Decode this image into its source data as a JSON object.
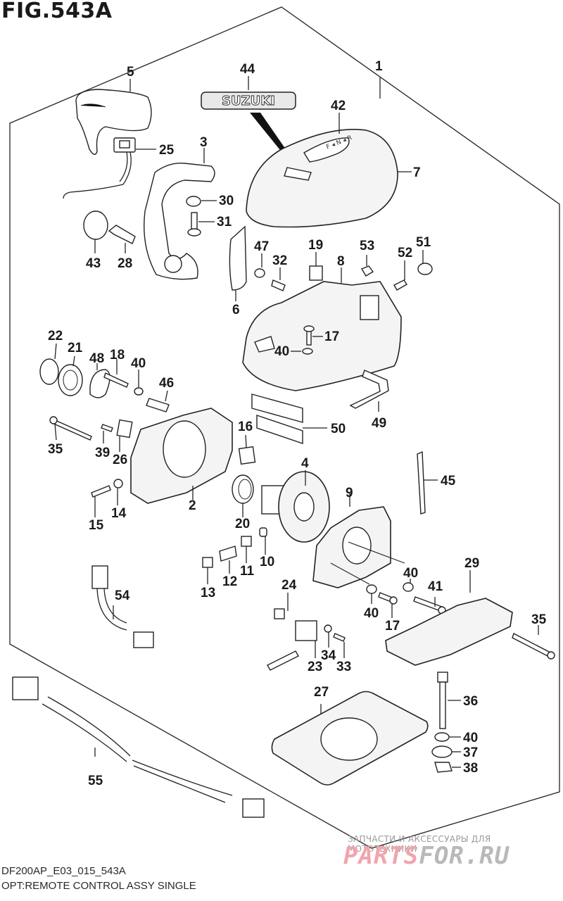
{
  "figure": {
    "title": "FIG.543A",
    "code": "DF200AP_E03_015_543A",
    "description": "OPT:REMOTE CONTROL ASSY SINGLE"
  },
  "watermark": {
    "tagline": "ЗАПЧАСТИ И АКСЕССУАРЫ ДЛЯ МОТОТЕХНИКИ",
    "logo_part1": "PARTS",
    "logo_part2": "FOR.RU",
    "colors": {
      "primary": "#f2a4ad",
      "secondary": "#b9b9b9"
    }
  },
  "emblem": {
    "text": "SUZUKI"
  },
  "shift_indicator": {
    "text": "F ◂ N ◂ R"
  },
  "callouts": [
    {
      "id": "c1",
      "label": "1"
    },
    {
      "id": "c2",
      "label": "2"
    },
    {
      "id": "c3",
      "label": "3"
    },
    {
      "id": "c4",
      "label": "4"
    },
    {
      "id": "c5",
      "label": "5"
    },
    {
      "id": "c6",
      "label": "6"
    },
    {
      "id": "c7",
      "label": "7"
    },
    {
      "id": "c8",
      "label": "8"
    },
    {
      "id": "c9",
      "label": "9"
    },
    {
      "id": "c10",
      "label": "10"
    },
    {
      "id": "c11",
      "label": "11"
    },
    {
      "id": "c12",
      "label": "12"
    },
    {
      "id": "c13",
      "label": "13"
    },
    {
      "id": "c14",
      "label": "14"
    },
    {
      "id": "c15",
      "label": "15"
    },
    {
      "id": "c16",
      "label": "16"
    },
    {
      "id": "c17a",
      "label": "17"
    },
    {
      "id": "c17b",
      "label": "17"
    },
    {
      "id": "c18",
      "label": "18"
    },
    {
      "id": "c19",
      "label": "19"
    },
    {
      "id": "c20",
      "label": "20"
    },
    {
      "id": "c21",
      "label": "21"
    },
    {
      "id": "c22",
      "label": "22"
    },
    {
      "id": "c23",
      "label": "23"
    },
    {
      "id": "c24",
      "label": "24"
    },
    {
      "id": "c25",
      "label": "25"
    },
    {
      "id": "c26",
      "label": "26"
    },
    {
      "id": "c27",
      "label": "27"
    },
    {
      "id": "c28",
      "label": "28"
    },
    {
      "id": "c29",
      "label": "29"
    },
    {
      "id": "c30",
      "label": "30"
    },
    {
      "id": "c31",
      "label": "31"
    },
    {
      "id": "c32",
      "label": "32"
    },
    {
      "id": "c33",
      "label": "33"
    },
    {
      "id": "c34",
      "label": "34"
    },
    {
      "id": "c35a",
      "label": "35"
    },
    {
      "id": "c35b",
      "label": "35"
    },
    {
      "id": "c36",
      "label": "36"
    },
    {
      "id": "c37",
      "label": "37"
    },
    {
      "id": "c38",
      "label": "38"
    },
    {
      "id": "c39",
      "label": "39"
    },
    {
      "id": "c40a",
      "label": "40"
    },
    {
      "id": "c40b",
      "label": "40"
    },
    {
      "id": "c40c",
      "label": "40"
    },
    {
      "id": "c40d",
      "label": "40"
    },
    {
      "id": "c40e",
      "label": "40"
    },
    {
      "id": "c41",
      "label": "41"
    },
    {
      "id": "c42",
      "label": "42"
    },
    {
      "id": "c43",
      "label": "43"
    },
    {
      "id": "c44",
      "label": "44"
    },
    {
      "id": "c45",
      "label": "45"
    },
    {
      "id": "c46",
      "label": "46"
    },
    {
      "id": "c47",
      "label": "47"
    },
    {
      "id": "c48",
      "label": "48"
    },
    {
      "id": "c49",
      "label": "49"
    },
    {
      "id": "c50",
      "label": "50"
    },
    {
      "id": "c51",
      "label": "51"
    },
    {
      "id": "c52",
      "label": "52"
    },
    {
      "id": "c53",
      "label": "53"
    },
    {
      "id": "c54",
      "label": "54"
    },
    {
      "id": "c55",
      "label": "55"
    }
  ]
}
